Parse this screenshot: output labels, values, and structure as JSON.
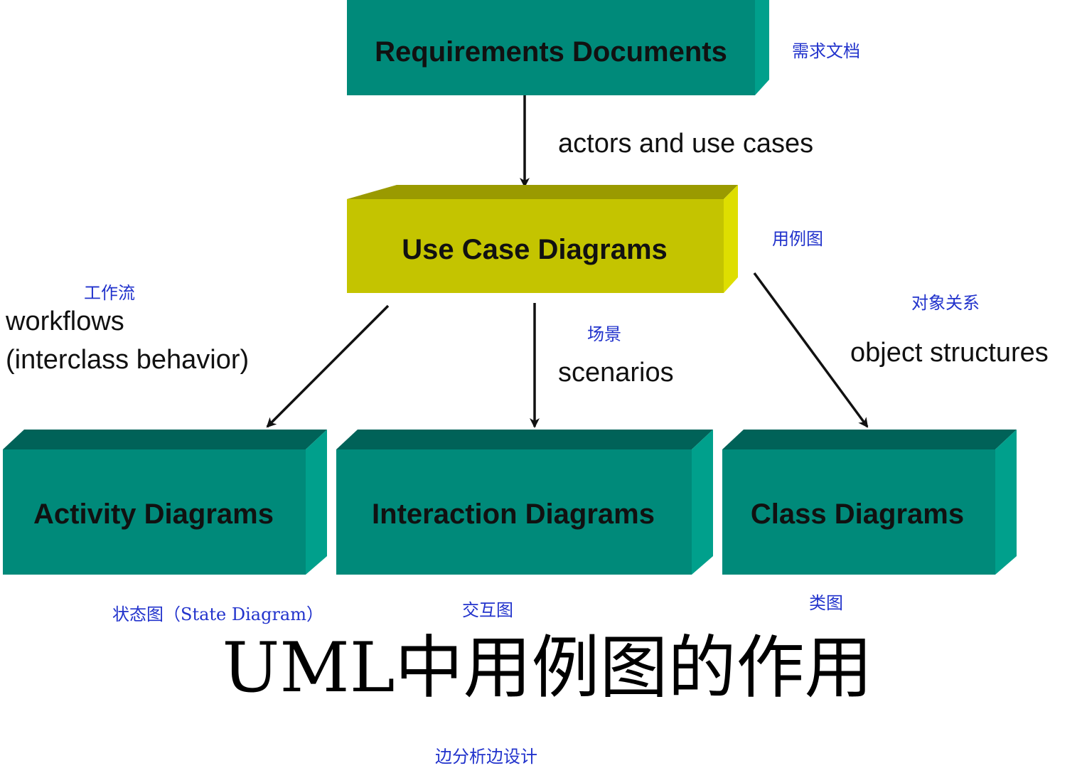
{
  "nodes": {
    "requirements": {
      "label": "Requirements Documents",
      "note": "需求文档"
    },
    "use_case": {
      "label": "Use Case Diagrams",
      "note": "用例图"
    },
    "activity": {
      "label": "Activity Diagrams",
      "note": "状态图（State Diagram）"
    },
    "interaction": {
      "label": "Interaction Diagrams",
      "note": "交互图"
    },
    "class": {
      "label": "Class Diagrams",
      "note": "类图"
    }
  },
  "edges": {
    "req_to_usecase": {
      "label": "actors and use cases"
    },
    "usecase_to_activity": {
      "label_line1": "workflows",
      "label_line2": "(interclass behavior)",
      "note": "工作流"
    },
    "usecase_to_interaction": {
      "label": "scenarios",
      "note": "场景"
    },
    "usecase_to_class": {
      "label": "object structures",
      "note": "对象关系"
    }
  },
  "title": "UML中用例图的作用",
  "footer_note": "边分析边设计",
  "colors": {
    "teal_front": "#008a7a",
    "teal_top": "#006258",
    "teal_side": "#00a08c",
    "yellow_front": "#c4c400",
    "yellow_top": "#9a9a00",
    "yellow_side": "#dede00",
    "annotation": "#2233cc"
  }
}
